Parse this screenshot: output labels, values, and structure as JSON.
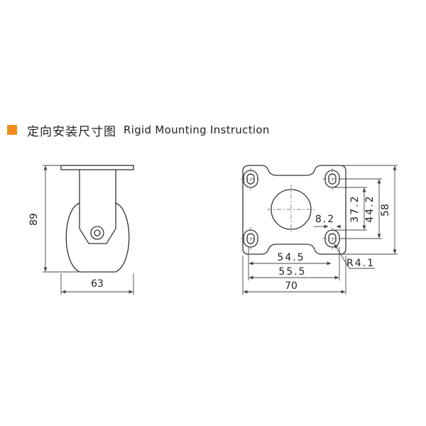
{
  "header": {
    "accent_color": "#f08c1e",
    "title_cn": "定向安装尺寸图",
    "title_en": "Rigid Mounting Instruction"
  },
  "side_view": {
    "height_label": "89",
    "width_label": "63"
  },
  "plate_view": {
    "dim_inner_width": "54.5",
    "dim_hole_width": "55.5",
    "dim_plate_width": "70",
    "dim_hole_short": "37.2",
    "dim_hole_long": "44.2",
    "dim_plate_height": "58",
    "dim_slot": "8.2",
    "dim_radius": "R4.1"
  },
  "colors": {
    "line": "#333333",
    "dim": "#444444"
  }
}
